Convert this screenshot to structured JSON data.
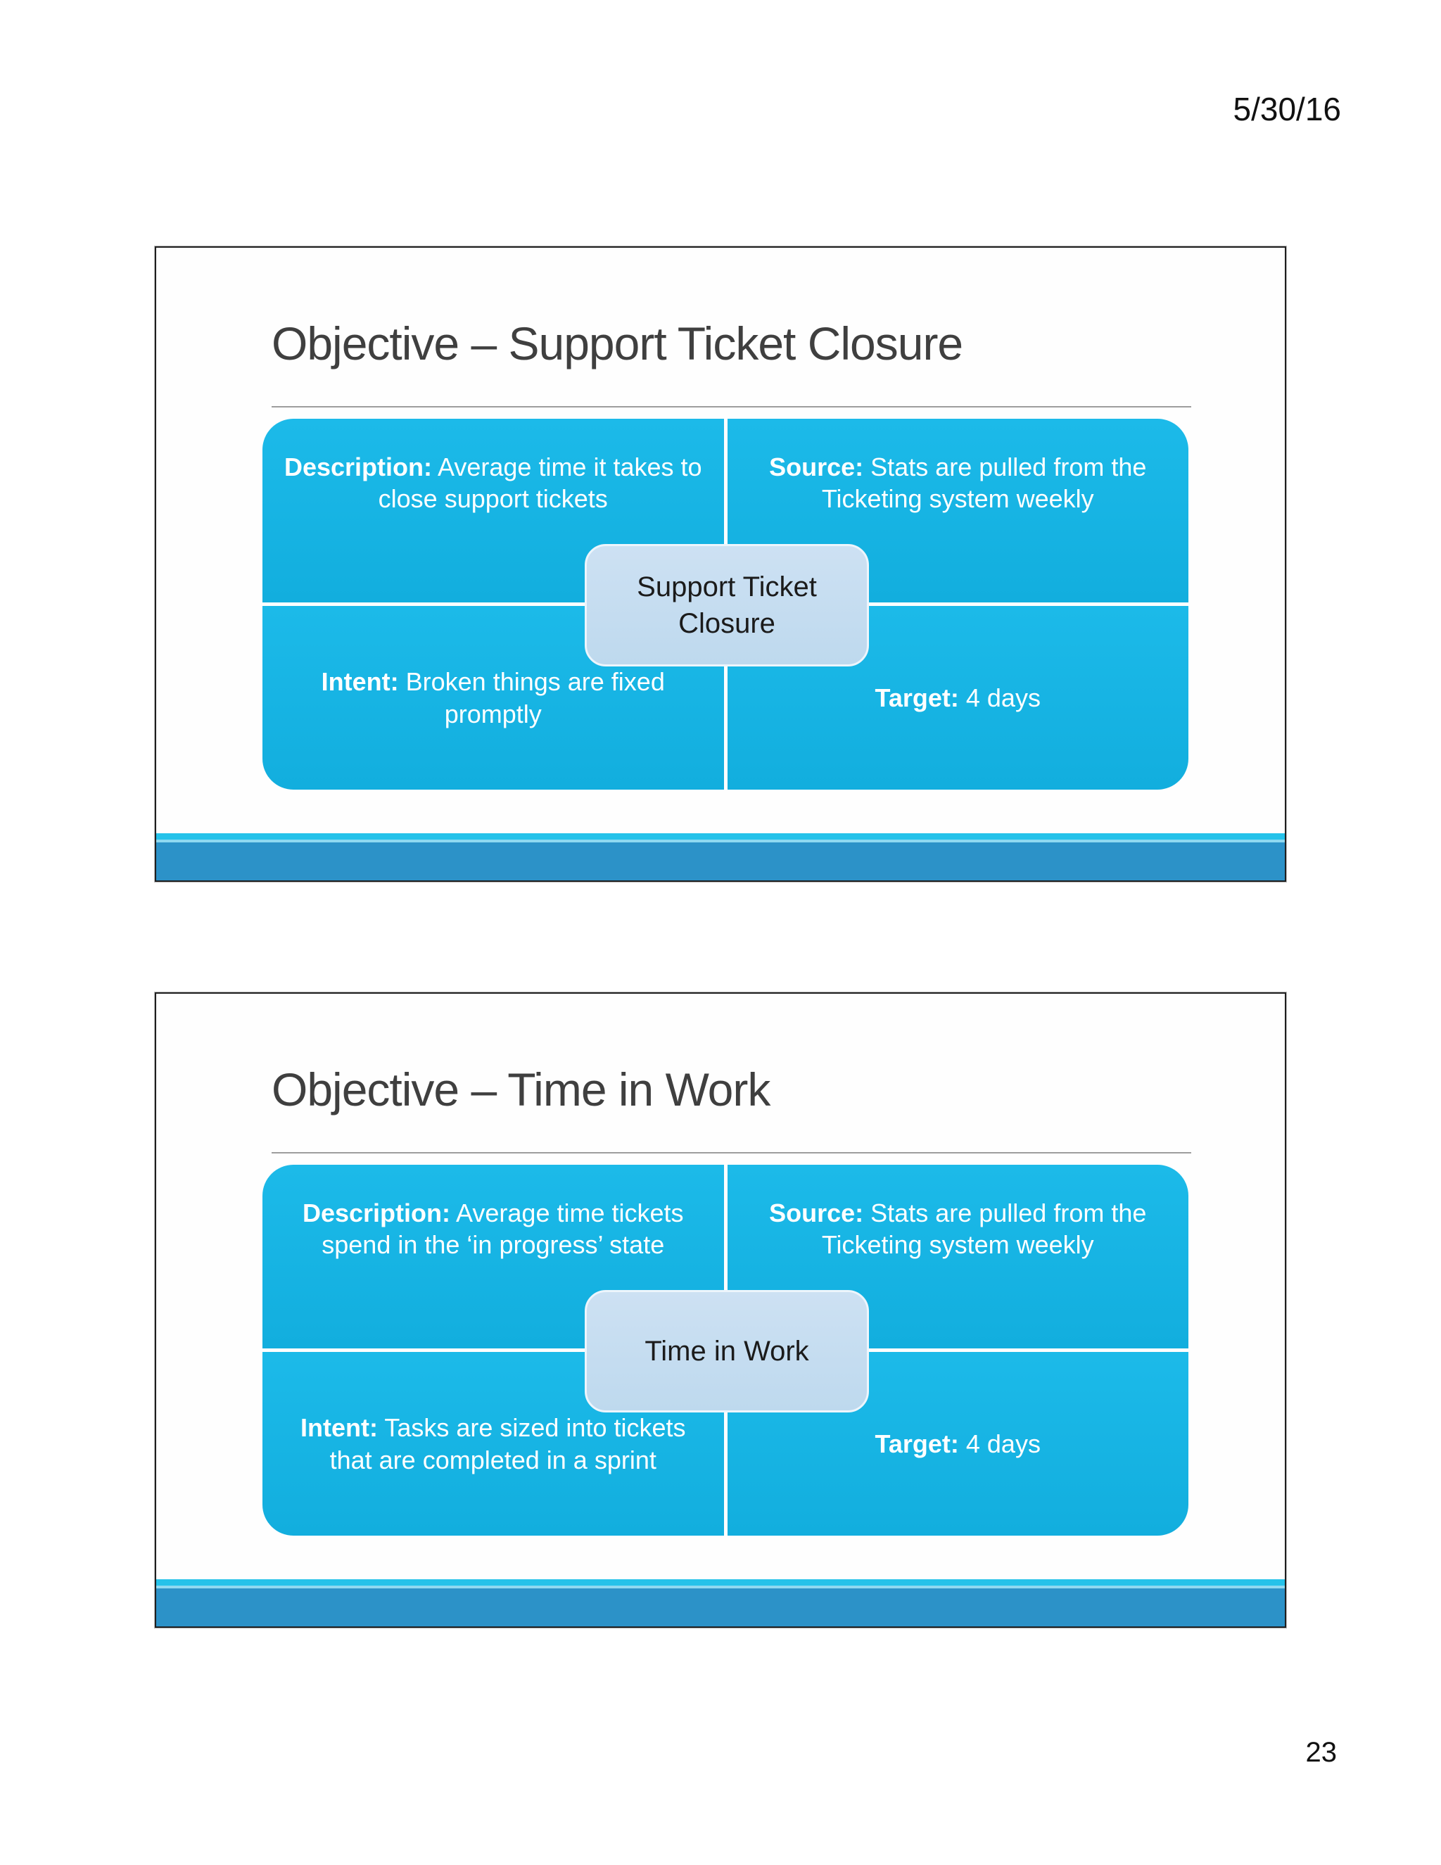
{
  "page": {
    "date": "5/30/16",
    "page_number": "23"
  },
  "theme": {
    "quadrant_fill": "#17b4e4",
    "center_box_fill": "#c6ddf0",
    "footer_band_color": "#2c92c8",
    "footer_strip_color": "#25c2ea",
    "title_color": "#3f3f3f",
    "quadrant_text_color": "#ffffff"
  },
  "slides": [
    {
      "title": "Objective – Support Ticket Closure",
      "center_label": {
        "lines": [
          "Support Ticket",
          "Closure"
        ]
      },
      "quadrants": {
        "description": {
          "label": "Description:",
          "lines": [
            "Average time it takes to",
            "close support tickets"
          ]
        },
        "source": {
          "label": "Source:",
          "lines": [
            "Stats are pulled from the",
            "Ticketing system weekly"
          ]
        },
        "intent": {
          "label": "Intent:",
          "lines": [
            "Broken things are fixed",
            "promptly"
          ]
        },
        "target": {
          "label": "Target:",
          "lines": [
            "4 days"
          ]
        }
      }
    },
    {
      "title": "Objective – Time in Work",
      "center_label": {
        "lines": [
          "Time in Work"
        ]
      },
      "quadrants": {
        "description": {
          "label": "Description:",
          "lines": [
            "Average time tickets",
            "spend in the ‘in progress’ state"
          ]
        },
        "source": {
          "label": "Source:",
          "lines": [
            "Stats are pulled from the",
            "Ticketing system weekly"
          ]
        },
        "intent": {
          "label": "Intent:",
          "lines": [
            "Tasks are sized into tickets",
            "that are completed in a sprint"
          ]
        },
        "target": {
          "label": "Target:",
          "lines": [
            "4 days"
          ]
        }
      }
    }
  ]
}
